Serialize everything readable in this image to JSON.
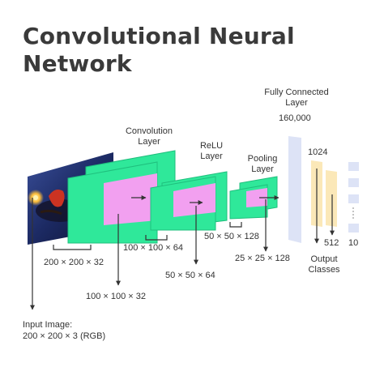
{
  "title": {
    "line1": "Convolutional Neural",
    "line2": "Network"
  },
  "labels": {
    "input": [
      "Input Image:",
      "200 × 200 × 3 (RGB)"
    ],
    "conv_layer": [
      "Convolution",
      "Layer"
    ],
    "relu_layer": [
      "ReLU",
      "Layer"
    ],
    "pooling_layer": [
      "Pooling",
      "Layer"
    ],
    "fc_layer": [
      "Fully Connected",
      "Layer"
    ],
    "output_classes": [
      "Output",
      "Classes"
    ]
  },
  "dims": {
    "conv_in": "200 × 200 × 32",
    "conv_kernel": "100 × 100 × 32",
    "relu_in": "100 × 100 × 64",
    "relu_kernel": "50 × 50 × 64",
    "pool_in": "50 × 50 × 128",
    "pool_kernel": "25 × 25 × 128",
    "fc": "160,000",
    "hidden_top": "1024",
    "hidden_bottom": "512",
    "output": "10"
  },
  "colors": {
    "feature_map": "#2fe89a",
    "kernel": "#f2a0f0",
    "fc_bar": "#dde3f6",
    "hidden_bar": "#fbe8b8",
    "output_node": "#dde3f6",
    "line": "#333333"
  }
}
